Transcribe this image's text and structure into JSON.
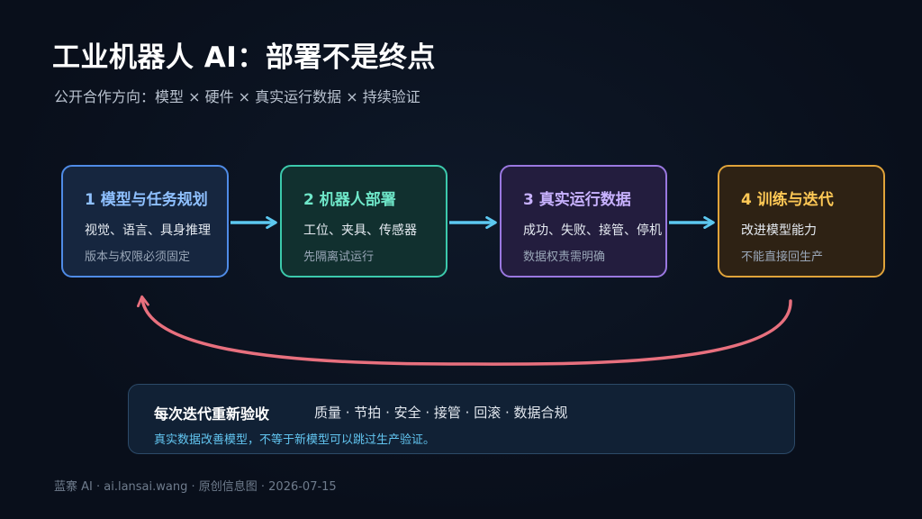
{
  "header": {
    "title": "工业机器人 AI：部署不是终点",
    "subtitle": "公开合作方向：模型 × 硬件 × 真实运行数据 × 持续验证"
  },
  "stages": [
    {
      "title": "1 模型与任务规划",
      "line1": "视觉、语言、具身推理",
      "line2": "版本与权限必须固定"
    },
    {
      "title": "2 机器人部署",
      "line1": "工位、夹具、传感器",
      "line2": "先隔离试运行"
    },
    {
      "title": "3 真实运行数据",
      "line1": "成功、失败、接管、停机",
      "line2": "数据权责需明确"
    },
    {
      "title": "4 训练与迭代",
      "line1": "改进模型能力",
      "line2": "不能直接回生产"
    }
  ],
  "summary": {
    "title": "每次迭代重新验收",
    "items": "质量 · 节拍 · 安全 · 接管 · 回滚 · 数据合规",
    "note": "真实数据改善模型，不等于新模型可以跳过生产验证。"
  },
  "footer": {
    "text": "蓝寨 AI · ai.lansai.wang · 原创信息图 · 2026-07-15"
  },
  "colors": {
    "background": "#0a1220",
    "arrow_forward": "#5cc8f0",
    "arrow_loop": "#e8707e",
    "stage1": "#4f8be6",
    "stage2": "#3cc9ac",
    "stage3": "#9a78e0",
    "stage4": "#e0a33a"
  }
}
